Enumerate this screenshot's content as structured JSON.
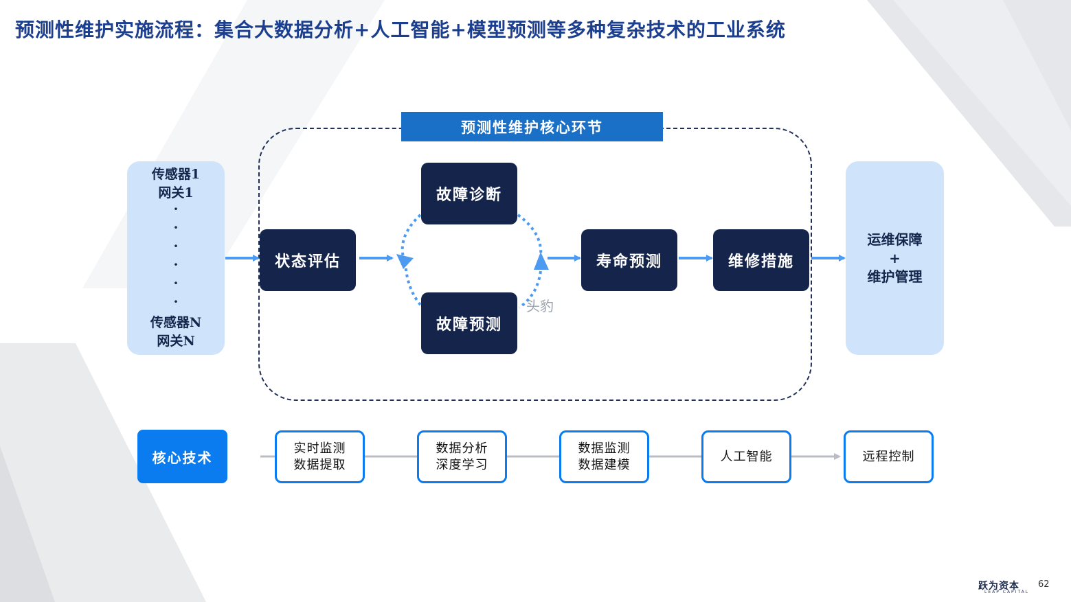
{
  "title": "预测性维护实施流程：集合大数据分析+人工智能+模型预测等多种复杂技术的工业系统",
  "core_banner": "预测性维护核心环节",
  "left_panel": {
    "top_lines": [
      "传感器1",
      "网关1"
    ],
    "dots": [
      "·",
      "·",
      "·",
      "·",
      "·",
      "·",
      "·",
      "·"
    ],
    "bottom_lines": [
      "传感器N",
      "网关N"
    ]
  },
  "nodes": {
    "status_eval": "状态评估",
    "fault_diagnosis": "故障诊断",
    "fault_prediction": "故障预测",
    "life_prediction": "寿命预测",
    "repair_measures": "维修措施"
  },
  "right_panel": [
    "运维保障",
    "+",
    "维护管理"
  ],
  "watermark": "头豹",
  "tech": {
    "main_label": "核心技术",
    "items": [
      {
        "lines": [
          "实时监测",
          "数据提取"
        ]
      },
      {
        "lines": [
          "数据分析",
          "深度学习"
        ]
      },
      {
        "lines": [
          "数据监测",
          "数据建模"
        ]
      },
      {
        "lines": [
          "人工智能"
        ]
      },
      {
        "lines": [
          "远程控制"
        ]
      }
    ]
  },
  "footer": {
    "logo": "跃为资本",
    "logo_sub": "LEAP CAPITAL",
    "page_number": "62"
  },
  "colors": {
    "title": "#1b3f8e",
    "banner": "#1a6fc7",
    "node": "#15244b",
    "panel": "#cfe4fb",
    "arrow": "#4d9bf0",
    "tech_accent": "#0b7cf0"
  }
}
